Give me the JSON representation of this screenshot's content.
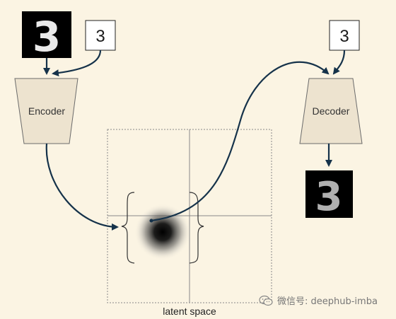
{
  "encoder": {
    "label": "Encoder",
    "input_digit": "3",
    "condition_label": "3"
  },
  "decoder": {
    "label": "Decoder",
    "condition_label": "3",
    "output_digit": "3"
  },
  "latent_space": {
    "caption": "latent space"
  },
  "watermark": {
    "text": "微信号: deephub-imba",
    "icon": "wechat-icon"
  },
  "colors": {
    "background": "#fbf4e3",
    "box_fill": "#ede3cf",
    "arrow": "#15324a",
    "grid_line": "#888888"
  }
}
